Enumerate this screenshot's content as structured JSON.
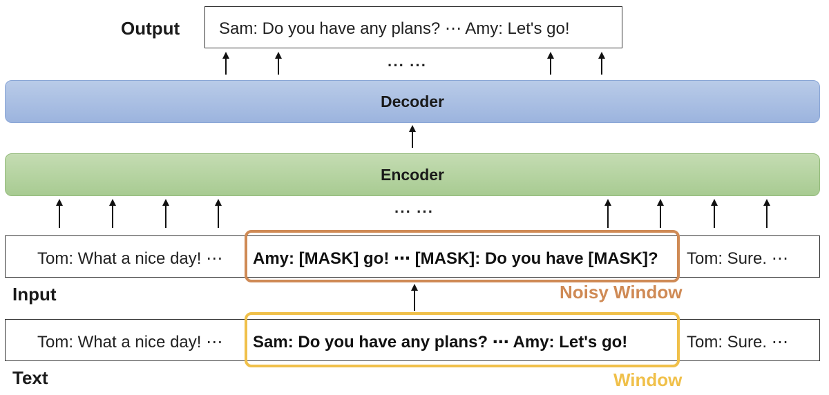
{
  "output": {
    "label": "Output",
    "text": "Sam: Do you have any plans? ⋯ Amy: Let's go!"
  },
  "decoder": {
    "label": "Decoder"
  },
  "encoder": {
    "label": "Encoder"
  },
  "ellipsis": "··· ···",
  "input": {
    "label": "Input",
    "left_text": "Tom: What a nice day!  ⋯",
    "window_text": "Amy: [MASK] go! ⋯ [MASK]: Do you have [MASK]?",
    "right_text": "Tom: Sure. ⋯",
    "window_label": "Noisy Window",
    "window_color": "#cf8a55"
  },
  "text_row": {
    "label": "Text",
    "left_text": "Tom: What a nice day!  ⋯",
    "window_text": "Sam: Do you have any plans? ⋯ Amy: Let's go!",
    "right_text": "Tom: Sure. ⋯",
    "window_label": "Window",
    "window_color": "#f0c04a"
  },
  "colors": {
    "decoder": "#a8bee2",
    "encoder": "#b4d3a0"
  }
}
